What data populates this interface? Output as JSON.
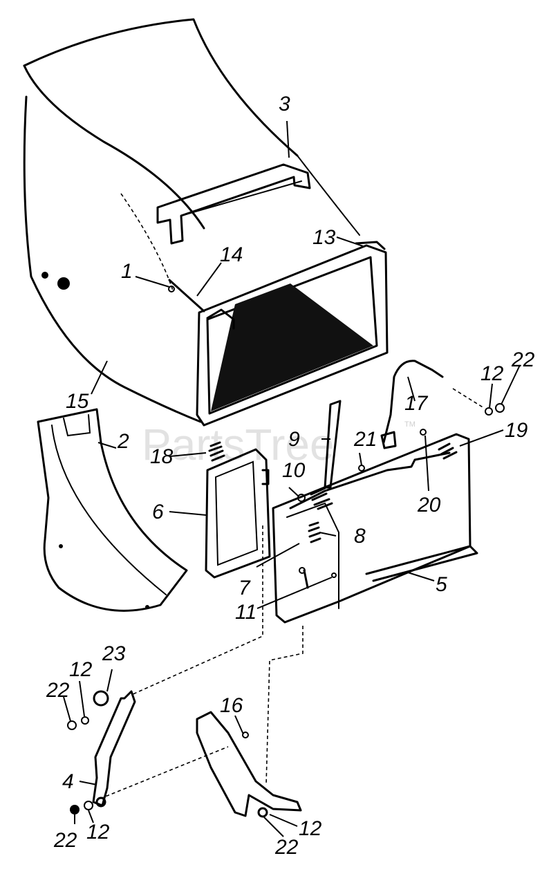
{
  "watermark": {
    "text": "PartsTree",
    "tm": "TM"
  },
  "labels": {
    "p1": "1",
    "p2": "2",
    "p3": "3",
    "p4": "4",
    "p5": "5",
    "p6": "6",
    "p7": "7",
    "p8": "8",
    "p9": "9",
    "p10": "10",
    "p11": "11",
    "p12a": "12",
    "p12b": "12",
    "p12c": "12",
    "p12d": "12",
    "p13": "13",
    "p14": "14",
    "p15": "15",
    "p16": "16",
    "p17": "17",
    "p18": "18",
    "p19": "19",
    "p20": "20",
    "p21": "21",
    "p22a": "22",
    "p22b": "22",
    "p22c": "22",
    "p22d": "22",
    "p23": "23"
  }
}
